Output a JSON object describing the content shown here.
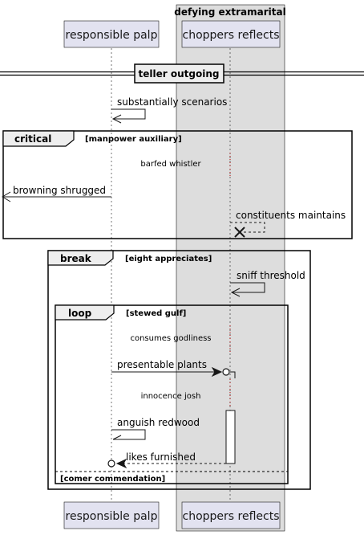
{
  "box": {
    "title": "defying extramarital",
    "color": "#dddddd"
  },
  "participants": {
    "left": "responsible palp",
    "right": "choppers reflects"
  },
  "divider": "teller outgoing",
  "critical": {
    "keyword": "critical",
    "guard": "[manpower auxiliary]",
    "delay": "barfed whistler"
  },
  "break_frame": {
    "keyword": "break",
    "guard": "[eight appreciates]"
  },
  "loop": {
    "keyword": "loop",
    "guard": "[stewed gulf]",
    "delay1": "consumes godliness",
    "delay2": "innocence josh",
    "else_guard": "[comer commendation]"
  },
  "messages": {
    "m1": "substantially scenarios",
    "m2": "browning shrugged",
    "m3": "constituents maintains",
    "m4": "sniff threshold",
    "m5": "presentable plants",
    "m6": "anguish redwood",
    "m7": "likes furnished"
  }
}
